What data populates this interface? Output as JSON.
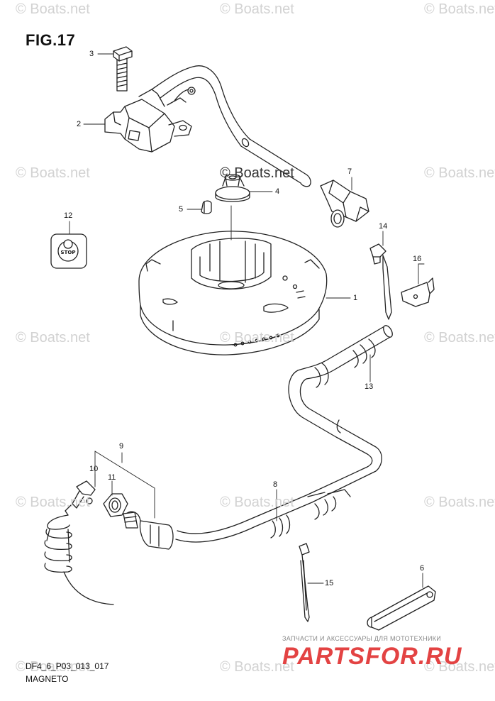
{
  "figure": {
    "title": "FIG.17"
  },
  "watermarks": {
    "text": "© Boats.net",
    "center_text": "© Boats.net",
    "color": "#d2d2d2"
  },
  "callouts": {
    "p1": "1",
    "p2": "2",
    "p3": "3",
    "p4": "4",
    "p5": "5",
    "p6a": "6",
    "p6b": "6",
    "p7": "7",
    "p8": "8",
    "p9": "9",
    "p10": "10",
    "p11": "11",
    "p12": "12",
    "p13": "13",
    "p14": "14",
    "p15": "15",
    "p16": "16"
  },
  "stop_label": "STOP",
  "footer": {
    "code": "DF4_6_P03_013_017",
    "section": "MAGNETO"
  },
  "promo": {
    "tagline": "ЗАПЧАСТИ И АКСЕССУАРЫ ДЛЯ МОТОТЕХНИКИ",
    "brand": "PARTSFOR.RU",
    "brand_color": "#e34343"
  }
}
